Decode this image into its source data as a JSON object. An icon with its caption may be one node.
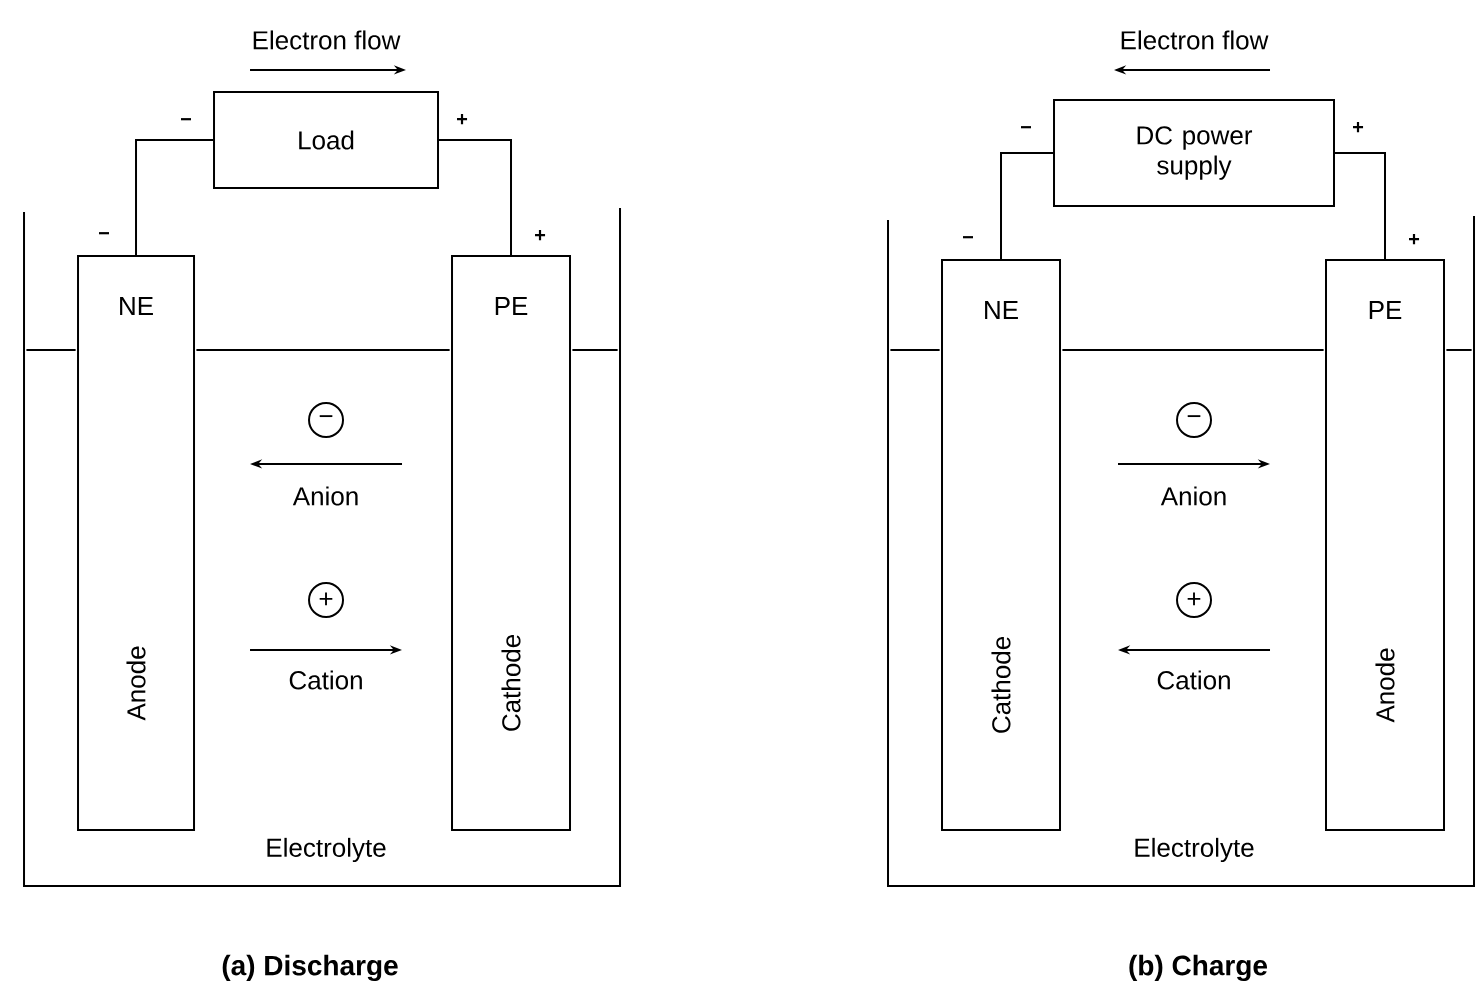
{
  "diagram": {
    "nodes": [
      {
        "text": [
          "Load"
        ]
      },
      {
        "text": [
          "Electrolyte"
        ]
      },
      {
        "text": [
          "NE",
          "Anode"
        ],
        "in": 1
      },
      {
        "text": [
          "PE",
          "Cathode"
        ],
        "in": 1
      },
      {
        "text": [
          "DC power supply"
        ]
      },
      {
        "text": [
          "Electrolyte"
        ]
      },
      {
        "text": [
          "NE",
          "Cathode"
        ],
        "in": 5
      },
      {
        "text": [
          "PE",
          "Anode"
        ],
        "in": 5
      }
    ],
    "edges": [
      {
        "from": 2,
        "to": 0,
        "arrow": "none"
      },
      {
        "from": 0,
        "to": 3,
        "arrow": "none"
      },
      {
        "from": 6,
        "to": 4,
        "arrow": "none"
      },
      {
        "from": 4,
        "to": 7,
        "arrow": "none"
      }
    ],
    "labels": [
      "Electron flow",
      "−",
      "+",
      "−",
      "+",
      "−",
      "Anion",
      "+",
      "Cation",
      "(a) Discharge",
      "Electron flow",
      "−",
      "+",
      "−",
      "+",
      "−",
      "Anion",
      "+",
      "Cation",
      "(b) Charge"
    ]
  }
}
